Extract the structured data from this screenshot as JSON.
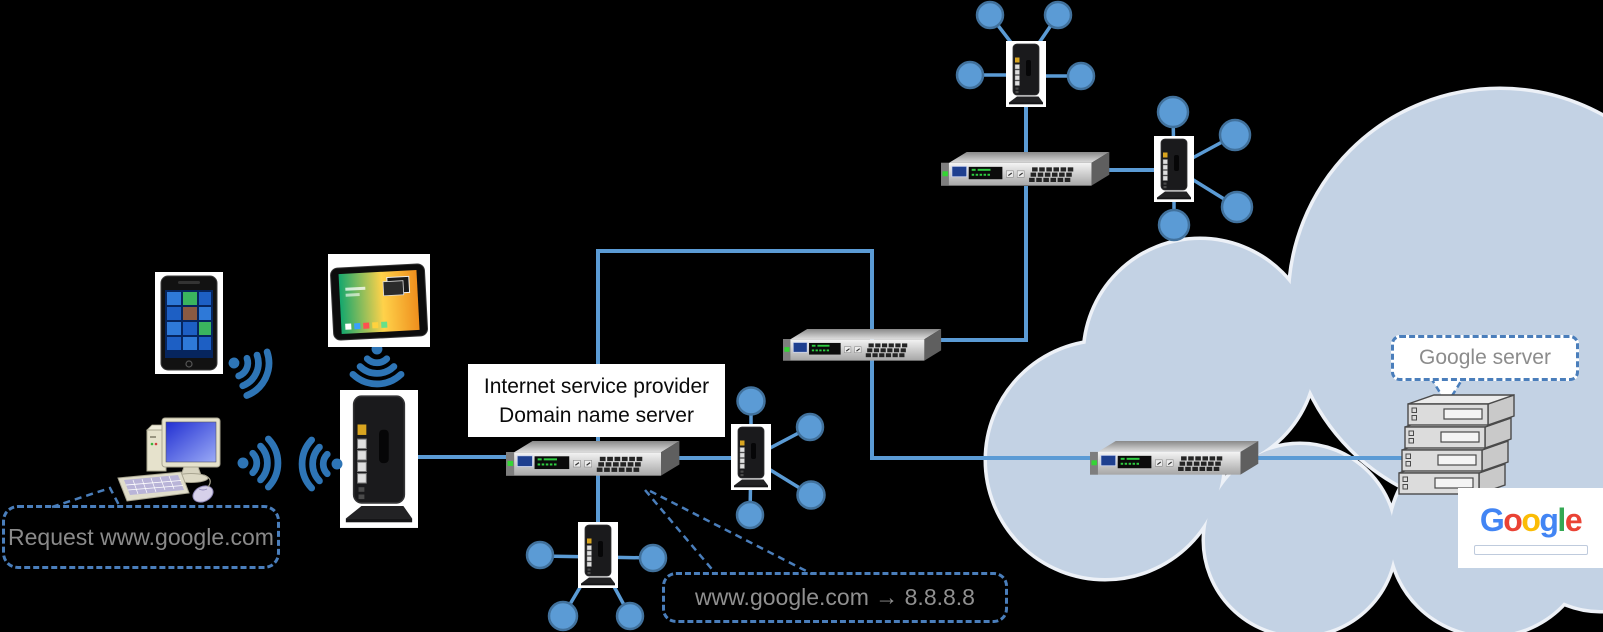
{
  "callouts": {
    "request": {
      "text": "Request www.google.com"
    },
    "dns_mapping": {
      "text": "www.google.com → 8.8.8.8"
    },
    "google_server": {
      "text": "Google server"
    }
  },
  "labels": {
    "isp": {
      "line1": "Internet service provider",
      "line2": "Domain name server"
    }
  },
  "google": {
    "logo": [
      {
        "ch": "G",
        "style": "color:#4285F4"
      },
      {
        "ch": "o",
        "style": "color:#EA4335"
      },
      {
        "ch": "o",
        "style": "color:#FBBC05"
      },
      {
        "ch": "g",
        "style": "color:#4285F4"
      },
      {
        "ch": "l",
        "style": "color:#34A853"
      },
      {
        "ch": "e",
        "style": "color:#EA4335"
      }
    ]
  },
  "icons": [
    {
      "name": "smartphone-icon"
    },
    {
      "name": "tablet-icon"
    },
    {
      "name": "desktop-computer-icon"
    },
    {
      "name": "wifi-signal-icon"
    },
    {
      "name": "wireless-router-icon"
    },
    {
      "name": "network-switch-icon"
    },
    {
      "name": "modem-router-icon"
    },
    {
      "name": "network-node-circle"
    },
    {
      "name": "internet-cloud"
    },
    {
      "name": "google-server-stack"
    },
    {
      "name": "google-search-bar"
    }
  ],
  "colors": {
    "background": "#000000",
    "connector_blue": "#5B9BD5",
    "node_fill": "#5B9BD5",
    "node_border": "#41719C",
    "wifi_blue": "#2E75B6",
    "cloud_fill": "#C3D2E4",
    "cloud_outline": "#EDF1F7",
    "callout_border": "#4A7EBB",
    "callout_text": "#8A8A8A"
  }
}
